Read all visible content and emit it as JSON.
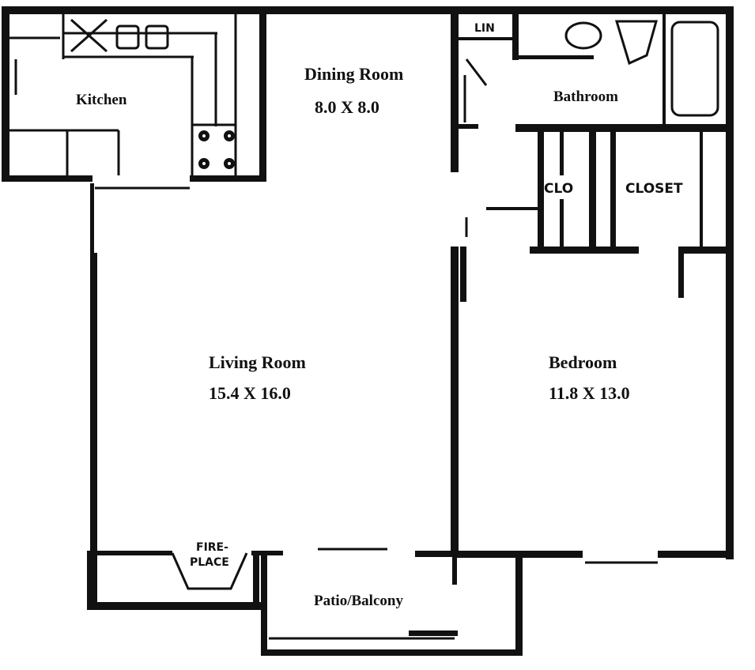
{
  "floorplan": {
    "rooms": [
      {
        "id": "kitchen",
        "name": "Kitchen",
        "dimensions": ""
      },
      {
        "id": "dining",
        "name": "Dining Room",
        "dimensions": "8.0 X 8.0"
      },
      {
        "id": "bathroom",
        "name": "Bathroom",
        "dimensions": ""
      },
      {
        "id": "living",
        "name": "Living Room",
        "dimensions": "15.4 X 16.0"
      },
      {
        "id": "bedroom",
        "name": "Bedroom",
        "dimensions": "11.8 X 13.0"
      },
      {
        "id": "patio",
        "name": "Patio/Balcony",
        "dimensions": ""
      }
    ],
    "small_labels": {
      "linen": "LIN",
      "clo": "CLO",
      "closet": "CLOSET",
      "fireplace_line1": "FIRE-",
      "fireplace_line2": "PLACE"
    },
    "colors": {
      "wall": "#111111",
      "background": "#ffffff"
    }
  }
}
